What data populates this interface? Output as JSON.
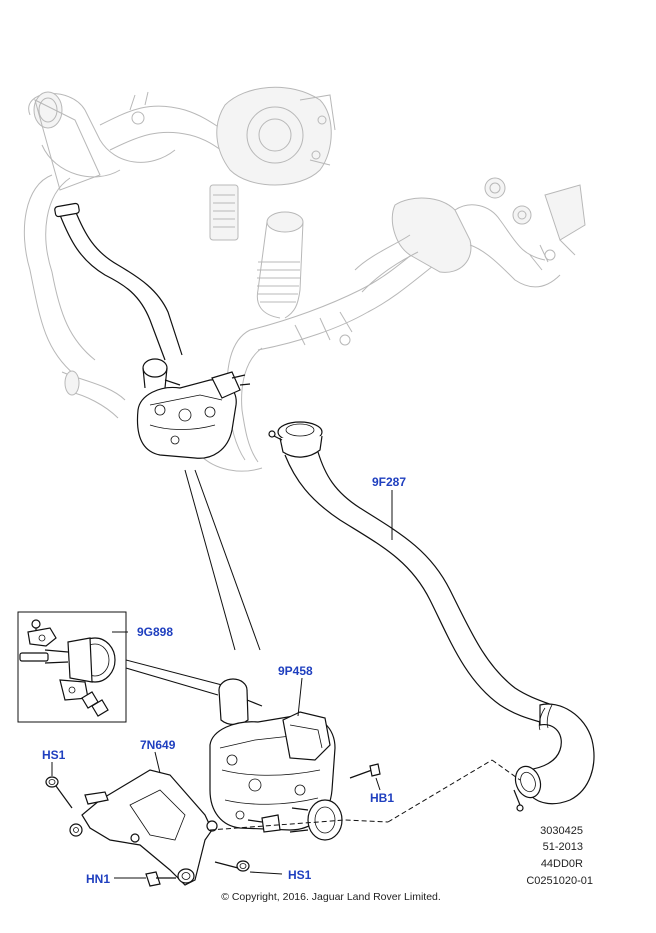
{
  "callouts": {
    "c9F287": "9F287",
    "c9G898": "9G898",
    "c9P458": "9P458",
    "c7N649": "7N649",
    "cHS1a": "HS1",
    "cHB1": "HB1",
    "cHS1b": "HS1",
    "cHN1": "HN1"
  },
  "reference": {
    "line1": "3030425",
    "line2": "51-2013",
    "line3": "44DD0R",
    "line4": "C0251020-01"
  },
  "copyright": "© Copyright, 2016. Jaguar Land Rover Limited.",
  "colors": {
    "callout": "#1f3fbf",
    "ink": "#111111",
    "ghost": "#b8b8b8"
  }
}
